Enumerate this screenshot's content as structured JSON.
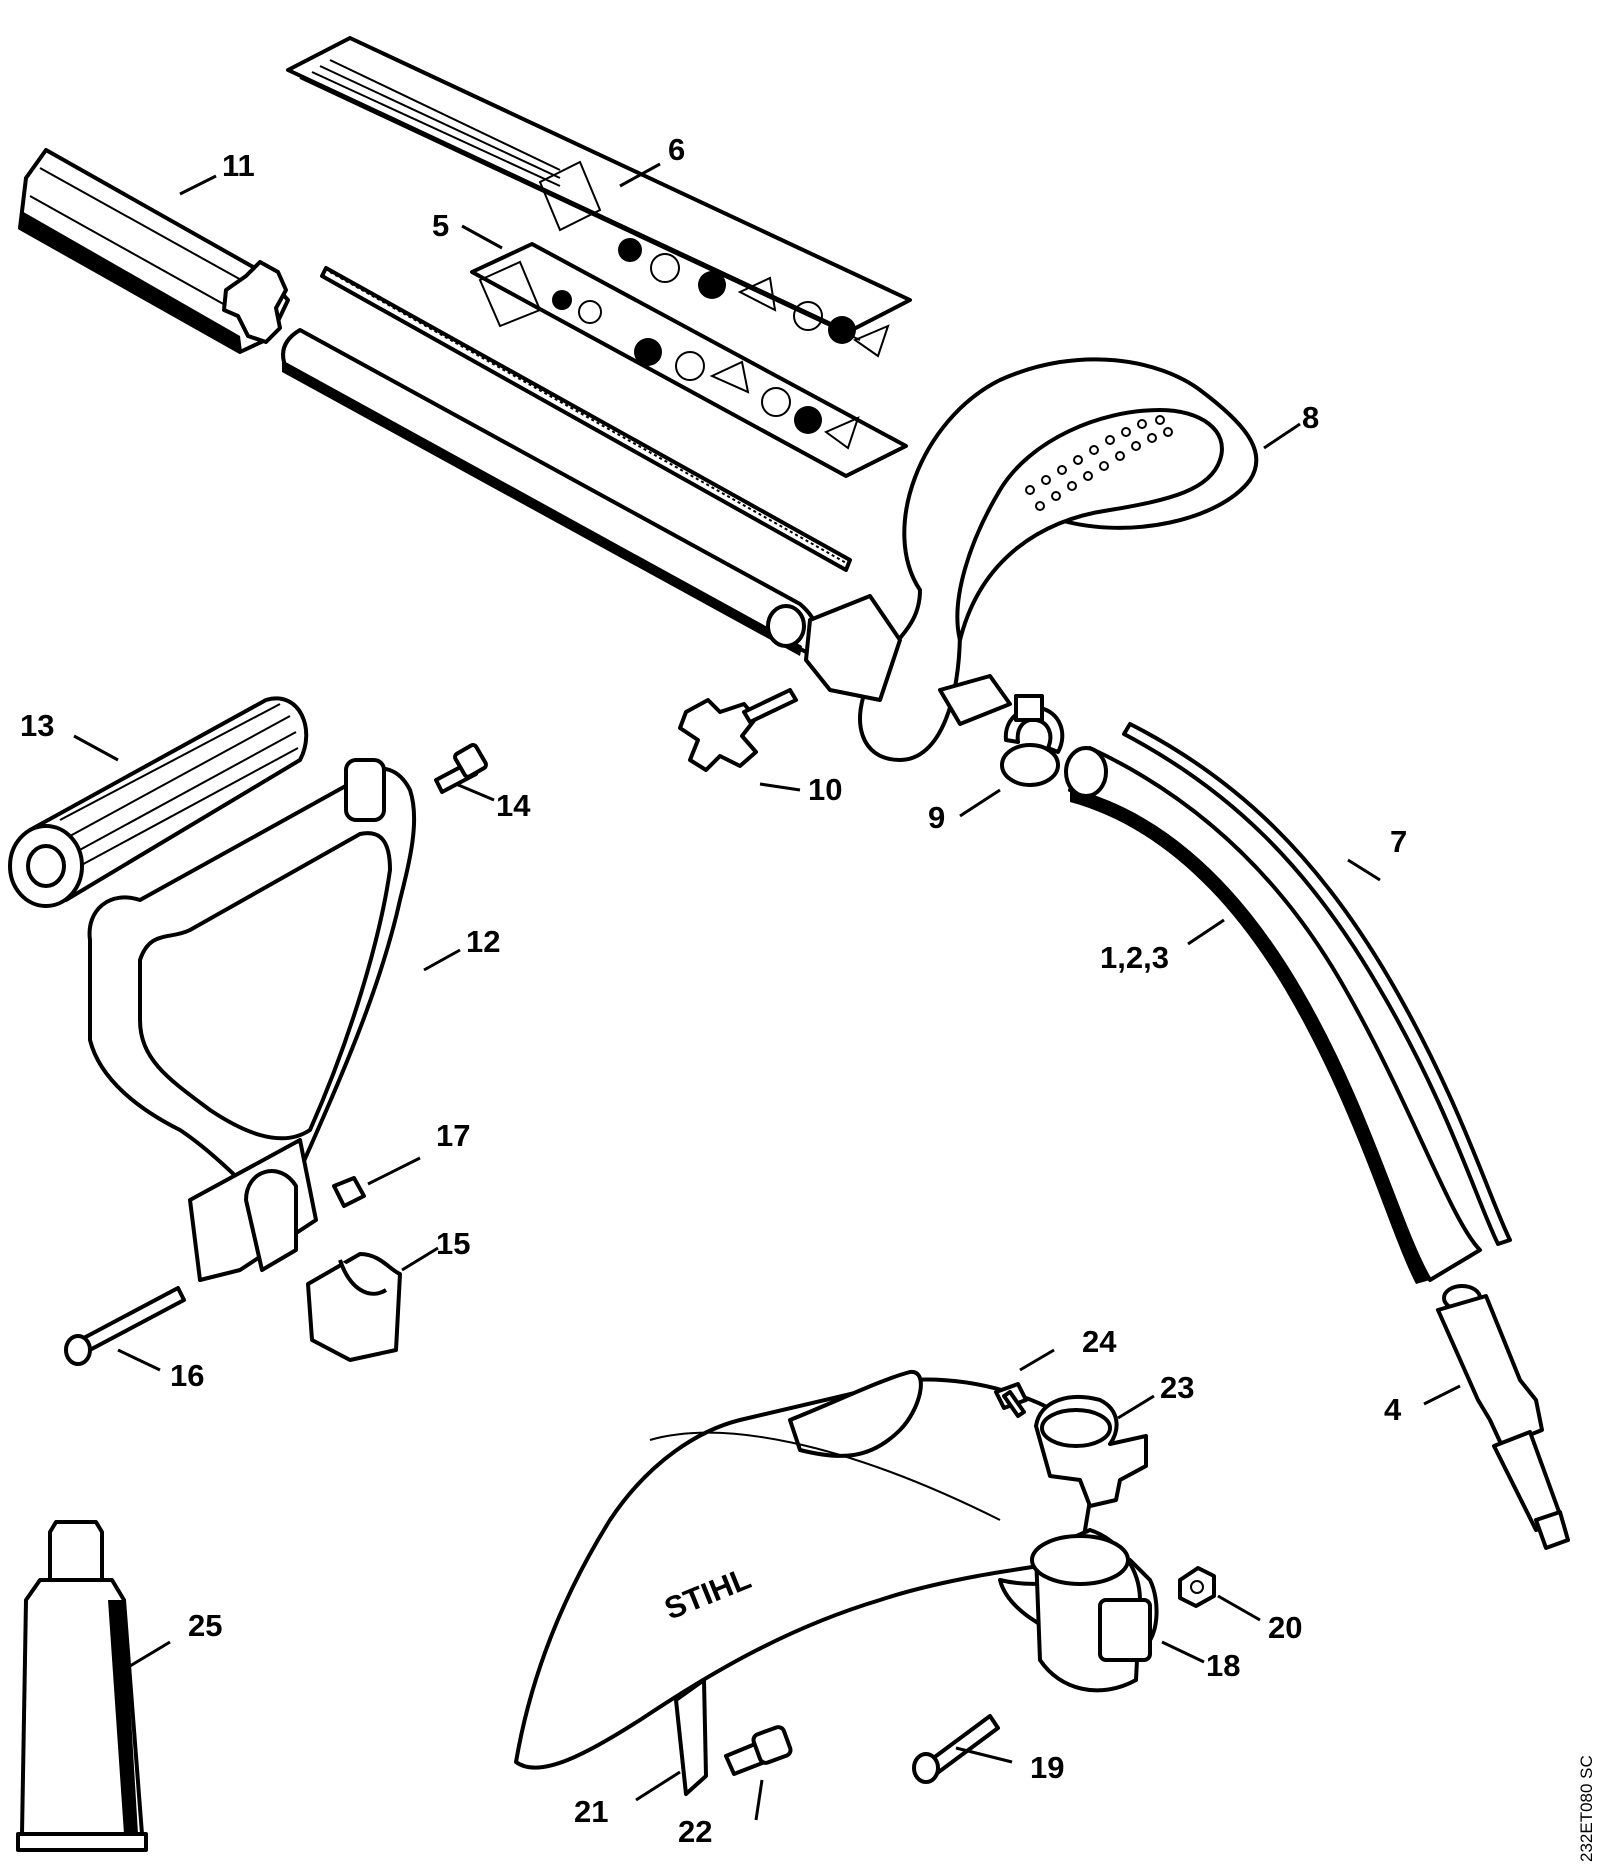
{
  "callouts": {
    "c1": "1,2,3",
    "c4": "4",
    "c5": "5",
    "c6": "6",
    "c7": "7",
    "c8": "8",
    "c9": "9",
    "c10": "10",
    "c11": "11",
    "c12": "12",
    "c13": "13",
    "c14": "14",
    "c15": "15",
    "c16": "16",
    "c17": "17",
    "c18": "18",
    "c19": "19",
    "c20": "20",
    "c21": "21",
    "c22": "22",
    "c23": "23",
    "c24": "24",
    "c25": "25"
  },
  "brand_text": "STIHL",
  "drawing_code": "232ET080 SC",
  "colors": {
    "line": "#000000",
    "background": "#ffffff"
  }
}
